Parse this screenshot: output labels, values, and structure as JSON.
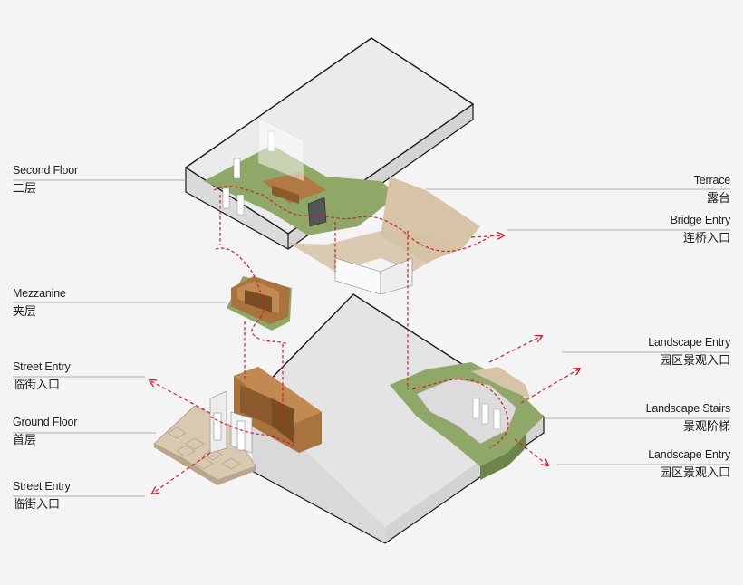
{
  "labels": {
    "second_floor": {
      "en": "Second Floor",
      "zh": "二层"
    },
    "mezzanine": {
      "en": "Mezzanine",
      "zh": "夹层"
    },
    "street_entry_1": {
      "en": "Street Entry",
      "zh": "临街入口"
    },
    "ground_floor": {
      "en": "Ground Floor",
      "zh": "首层"
    },
    "street_entry_2": {
      "en": "Street Entry",
      "zh": "临街入口"
    },
    "terrace": {
      "en": "Terrace",
      "zh": "露台"
    },
    "bridge_entry": {
      "en": "Bridge Entry",
      "zh": "连桥入口"
    },
    "landscape_entry_1": {
      "en": "Landscape Entry",
      "zh": "园区景观入口"
    },
    "landscape_stairs": {
      "en": "Landscape Stairs",
      "zh": "景观阶梯"
    },
    "landscape_entry_2": {
      "en": "Landscape Entry",
      "zh": "园区景观入口"
    }
  },
  "colors": {
    "volume_fill": "#e6e6e6",
    "volume_side": "#d2d2d2",
    "outline": "#1a1a1a",
    "grass": "#8fa867",
    "terrace": "#d7c3a6",
    "wood": "#9c6a3e",
    "wood_dark": "#6e4522",
    "path_fill": "#d9d9d9",
    "path_dash": "#d21c2a",
    "leader_line": "#9a9a9a"
  }
}
